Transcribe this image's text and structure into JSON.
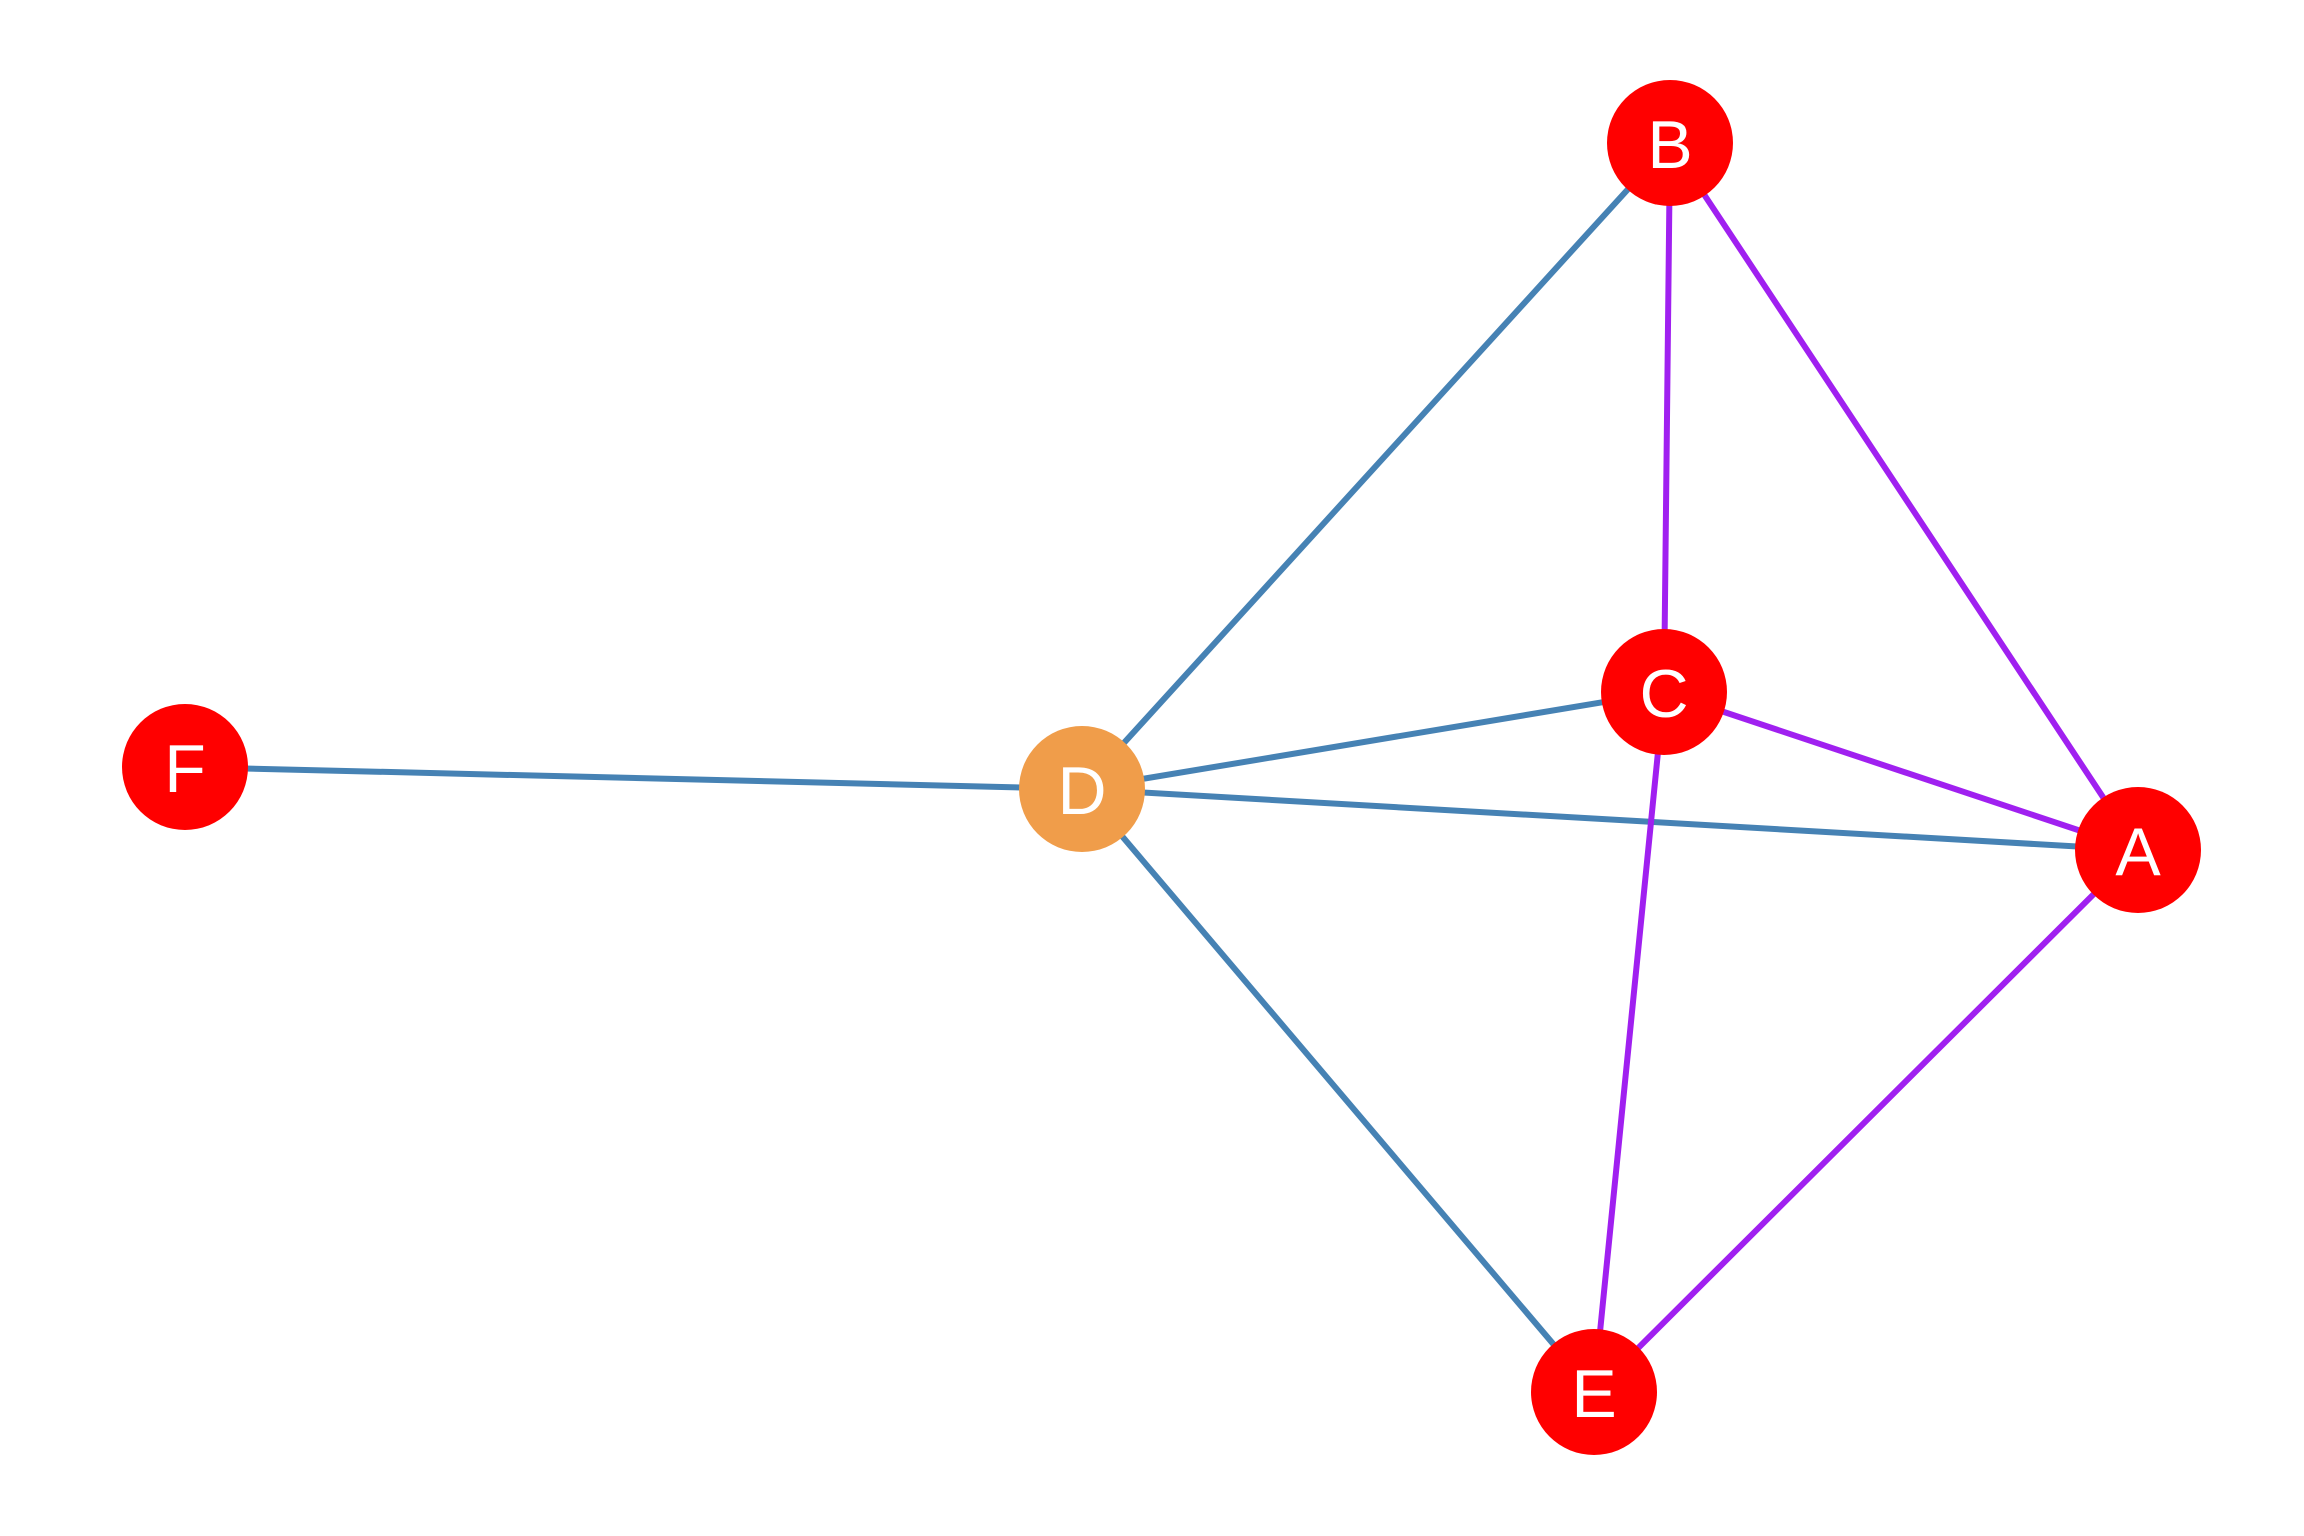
{
  "colors": {
    "background": "#ffffff",
    "node_default": "#ff0000",
    "node_highlight": "#f09d4a",
    "edge_blue": "#4682b4",
    "edge_purple": "#a020f0",
    "label": "#ffffff"
  },
  "nodes": [
    {
      "id": "A",
      "label": "A",
      "color": "#ff0000"
    },
    {
      "id": "B",
      "label": "B",
      "color": "#ff0000"
    },
    {
      "id": "C",
      "label": "C",
      "color": "#ff0000"
    },
    {
      "id": "D",
      "label": "D",
      "color": "#f09d4a"
    },
    {
      "id": "E",
      "label": "E",
      "color": "#ff0000"
    },
    {
      "id": "F",
      "label": "F",
      "color": "#ff0000"
    }
  ],
  "edges": [
    {
      "source": "F",
      "target": "D",
      "color": "#4682b4"
    },
    {
      "source": "D",
      "target": "B",
      "color": "#4682b4"
    },
    {
      "source": "D",
      "target": "C",
      "color": "#4682b4"
    },
    {
      "source": "D",
      "target": "A",
      "color": "#4682b4"
    },
    {
      "source": "D",
      "target": "E",
      "color": "#4682b4"
    },
    {
      "source": "B",
      "target": "C",
      "color": "#a020f0"
    },
    {
      "source": "B",
      "target": "A",
      "color": "#a020f0"
    },
    {
      "source": "C",
      "target": "A",
      "color": "#a020f0"
    },
    {
      "source": "C",
      "target": "E",
      "color": "#a020f0"
    },
    {
      "source": "E",
      "target": "A",
      "color": "#a020f0"
    }
  ]
}
